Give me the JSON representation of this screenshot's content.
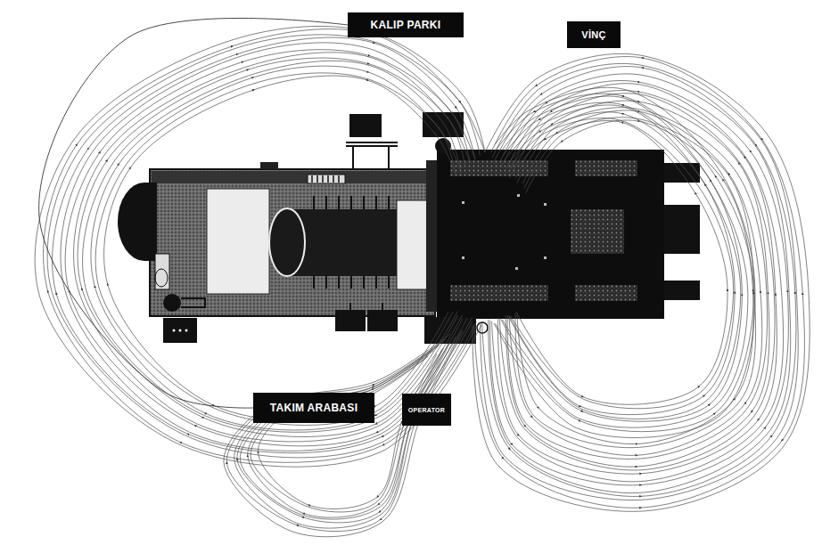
{
  "diagram": {
    "nodes": [
      {
        "text": [
          "KALIP PARKI"
        ]
      },
      {
        "text": [
          "VİNÇ"
        ]
      },
      {
        "text": [
          "TAKIM ARABASI"
        ]
      },
      {
        "text": [
          "OPERATOR"
        ]
      }
    ],
    "edges": [
      {
        "from": 0,
        "to": 2,
        "arrow": "none"
      }
    ]
  }
}
